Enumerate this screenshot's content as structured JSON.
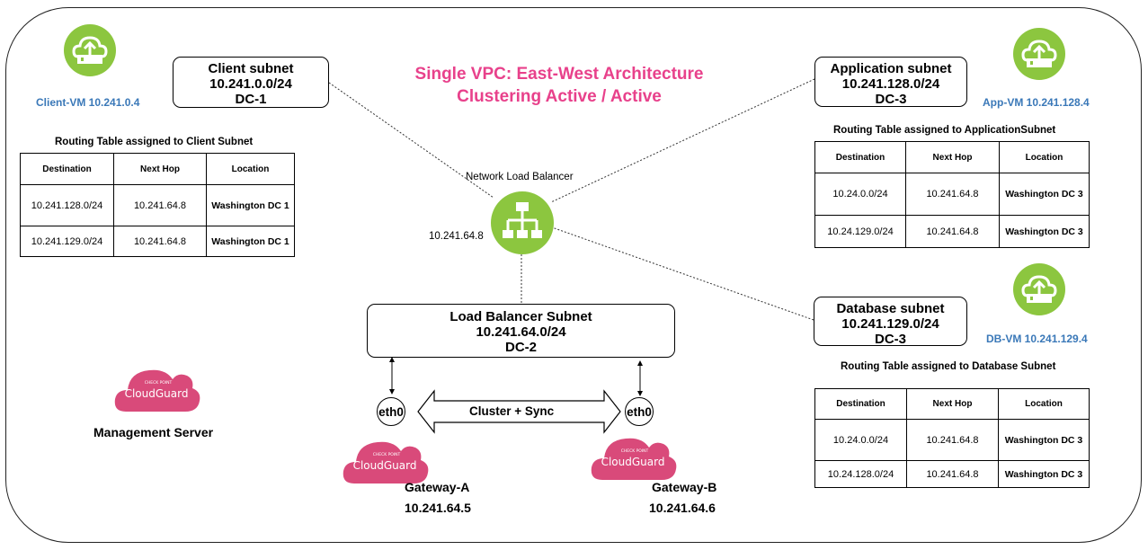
{
  "title": {
    "line1": "Single VPC:  East-West Architecture",
    "line2": "Clustering Active / Active"
  },
  "subnets": {
    "client": {
      "name": "Client subnet",
      "cidr": "10.241.0.0/24",
      "dc": "DC-1"
    },
    "application": {
      "name": "Application subnet",
      "cidr": "10.241.128.0/24",
      "dc": "DC-3"
    },
    "database": {
      "name": "Database subnet",
      "cidr": "10.241.129.0/24",
      "dc": "DC-3"
    },
    "load_balancer": {
      "name": "Load Balancer Subnet",
      "cidr": "10.241.64.0/24",
      "dc": "DC-2"
    }
  },
  "vms": {
    "client": {
      "label": "Client-VM 10.241.0.4",
      "icon": "cloud-upload-server-icon"
    },
    "app": {
      "label": "App-VM 10.241.128.4",
      "icon": "cloud-upload-server-icon"
    },
    "db": {
      "label": "DB-VM 10.241.129.4",
      "icon": "cloud-upload-server-icon"
    }
  },
  "nlb": {
    "label": "Network Load Balancer",
    "ip": "10.241.64.8",
    "icon": "load-balancer-hierarchy-icon"
  },
  "routing_tables": {
    "client": {
      "title": "Routing Table assigned to Client Subnet",
      "headers": [
        "Destination",
        "Next Hop",
        "Location"
      ],
      "rows": [
        [
          "10.241.128.0/24",
          "10.241.64.8",
          "Washington  DC 1"
        ],
        [
          "10.241.129.0/24",
          "10.241.64.8",
          "Washington DC 1"
        ]
      ]
    },
    "application": {
      "title": "Routing Table assigned to ApplicationSubnet",
      "headers": [
        "Destination",
        "Next Hop",
        "Location"
      ],
      "rows": [
        [
          "10.24.0.0/24",
          "10.241.64.8",
          "Washington  DC 3"
        ],
        [
          "10.24.129.0/24",
          "10.241.64.8",
          "Washington  DC 3"
        ]
      ]
    },
    "database": {
      "title": "Routing Table assigned to Database Subnet",
      "headers": [
        "Destination",
        "Next Hop",
        "Location"
      ],
      "rows": [
        [
          "10.24.0.0/24",
          "10.241.64.8",
          "Washington  DC 3"
        ],
        [
          "10.24.128.0/24",
          "10.241.64.8",
          "Washington  DC 3"
        ]
      ]
    }
  },
  "gateways": {
    "a": {
      "name": "Gateway-A",
      "ip": "10.241.64.5",
      "iface": "eth0"
    },
    "b": {
      "name": "Gateway-B",
      "ip": "10.241.64.6",
      "iface": "eth0"
    }
  },
  "cluster_link": "Cluster + Sync",
  "management": {
    "label": "Management Server"
  },
  "cloudguard": {
    "brand": "CloudGuard",
    "maker": "CHECK POINT"
  },
  "colors": {
    "title": "#e8418b",
    "vm_label": "#3a78b8",
    "vm_icon": "#8cc63f",
    "nlb_icon": "#8cc63f",
    "cloudguard": "#d94a7a"
  }
}
